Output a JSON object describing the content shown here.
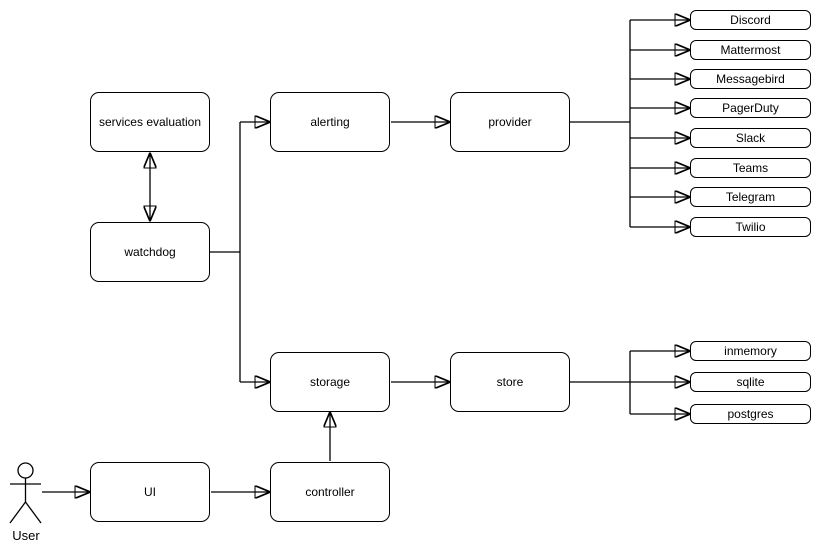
{
  "diagram": {
    "colors": {
      "stroke": "#000000",
      "node_fill": "#ffffff",
      "text": "#000000",
      "background": "#ffffff"
    },
    "nodes": {
      "services_evaluation": "services evaluation",
      "watchdog": "watchdog",
      "alerting": "alerting",
      "provider": "provider",
      "storage": "storage",
      "store": "store",
      "ui": "UI",
      "controller": "controller"
    },
    "providers": [
      "Discord",
      "Mattermost",
      "Messagebird",
      "PagerDuty",
      "Slack",
      "Teams",
      "Telegram",
      "Twilio"
    ],
    "stores": [
      "inmemory",
      "sqlite",
      "postgres"
    ],
    "actor": {
      "label": "User",
      "icon": "user-actor-icon"
    }
  }
}
